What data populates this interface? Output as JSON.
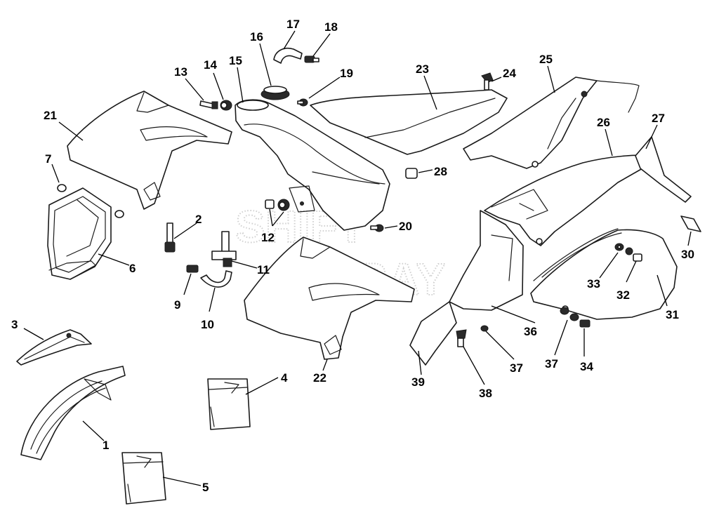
{
  "diagram": {
    "watermark_text": [
      "SHIFT",
      "SPRAY"
    ],
    "callouts": [
      {
        "id": "1",
        "name": "front-fender"
      },
      {
        "id": "2",
        "name": "fuel-valve-part-2"
      },
      {
        "id": "3",
        "name": "front-fender-bracket"
      },
      {
        "id": "4",
        "name": "decal-pack-4"
      },
      {
        "id": "5",
        "name": "decal-pack-5"
      },
      {
        "id": "6",
        "name": "number-plate"
      },
      {
        "id": "7",
        "name": "grommet-7"
      },
      {
        "id": "9",
        "name": "hose-clamp-9"
      },
      {
        "id": "10",
        "name": "fuel-hose-10"
      },
      {
        "id": "11",
        "name": "fuel-tap"
      },
      {
        "id": "12",
        "name": "tank-bushings"
      },
      {
        "id": "13",
        "name": "bolt-13"
      },
      {
        "id": "14",
        "name": "collar-14"
      },
      {
        "id": "15",
        "name": "fuel-tank"
      },
      {
        "id": "16",
        "name": "fuel-cap"
      },
      {
        "id": "17",
        "name": "breather-hose"
      },
      {
        "id": "18",
        "name": "breather-valve"
      },
      {
        "id": "19",
        "name": "bolt-19"
      },
      {
        "id": "20",
        "name": "bolt-20"
      },
      {
        "id": "21",
        "name": "radiator-shroud-left"
      },
      {
        "id": "22",
        "name": "radiator-shroud-right"
      },
      {
        "id": "23",
        "name": "seat"
      },
      {
        "id": "24",
        "name": "seat-fastener"
      },
      {
        "id": "25",
        "name": "side-cover-upper"
      },
      {
        "id": "26",
        "name": "rear-fender"
      },
      {
        "id": "27",
        "name": "rear-fender-tip"
      },
      {
        "id": "28",
        "name": "bushing-28"
      },
      {
        "id": "30",
        "name": "reflector"
      },
      {
        "id": "31",
        "name": "side-panel"
      },
      {
        "id": "32",
        "name": "screw-32"
      },
      {
        "id": "33",
        "name": "washer-33"
      },
      {
        "id": "34",
        "name": "screw-34"
      },
      {
        "id": "36",
        "name": "mud-flap"
      },
      {
        "id": "37",
        "name": "washer-37"
      },
      {
        "id": "38",
        "name": "rivet-38"
      },
      {
        "id": "39",
        "name": "rear-mudguard-extension"
      }
    ]
  }
}
